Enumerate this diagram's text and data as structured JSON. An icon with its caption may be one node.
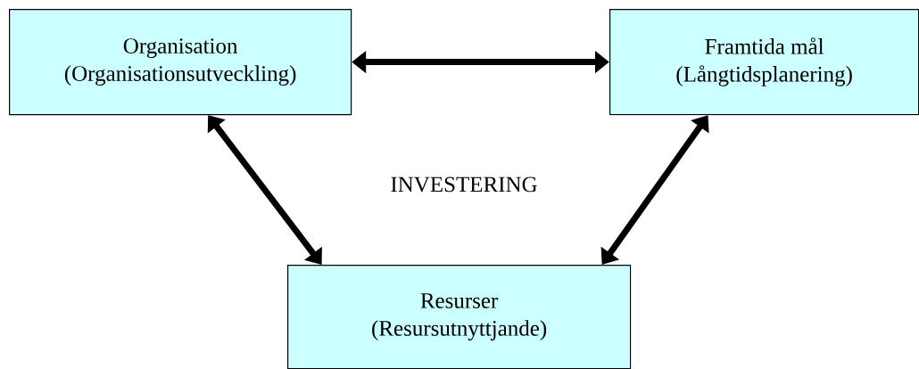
{
  "diagram": {
    "nodes": [
      {
        "text": [
          "Organisation",
          "(Organisationsutveckling)"
        ]
      },
      {
        "text": [
          "Framtida mål",
          "(Långtidsplanering)"
        ]
      },
      {
        "text": [
          "Resurser",
          "(Resursutnyttjande)"
        ]
      }
    ],
    "edges": [
      {
        "from": 0,
        "to": 1,
        "arrow": "both"
      },
      {
        "from": 0,
        "to": 2,
        "arrow": "both"
      },
      {
        "from": 1,
        "to": 2,
        "arrow": "both"
      }
    ],
    "labels": [
      "INVESTERING"
    ]
  }
}
